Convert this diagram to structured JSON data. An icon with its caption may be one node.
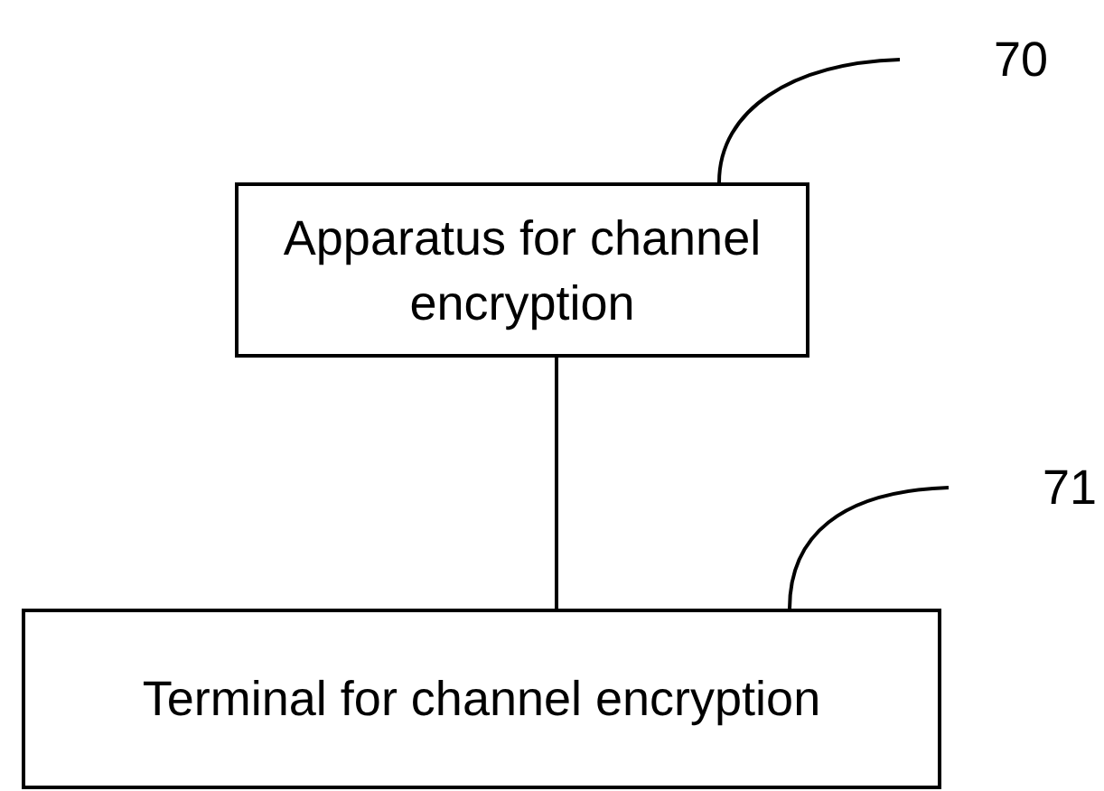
{
  "diagram": {
    "nodes": [
      {
        "text": [
          "70"
        ]
      },
      {
        "text": [
          "Apparatus for channel encryption"
        ]
      },
      {
        "text": [
          "71"
        ]
      },
      {
        "text": [
          "Terminal for channel encryption"
        ]
      }
    ],
    "edges": [
      {
        "from": 1,
        "to": 3,
        "arrow": "none"
      },
      {
        "from": 0,
        "to": 1,
        "arrow": "none"
      },
      {
        "from": 2,
        "to": 3,
        "arrow": "none"
      }
    ]
  }
}
